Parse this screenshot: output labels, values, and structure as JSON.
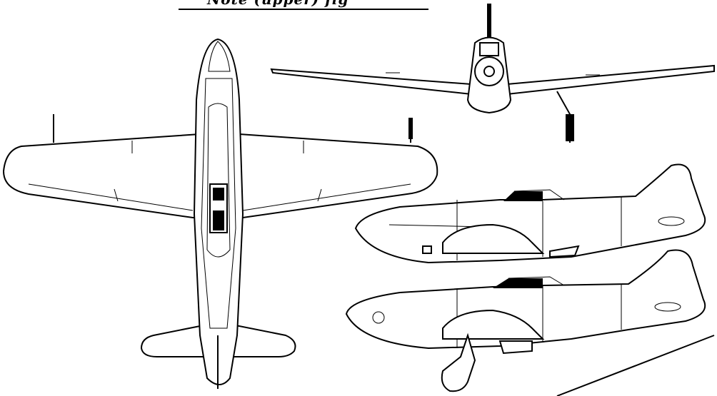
{
  "caption": "Note (upper) fig",
  "views": [
    "plan-view",
    "front-view",
    "side-view-upper",
    "side-view-lower"
  ],
  "colors": {
    "line": "#000000",
    "background": "#ffffff"
  }
}
